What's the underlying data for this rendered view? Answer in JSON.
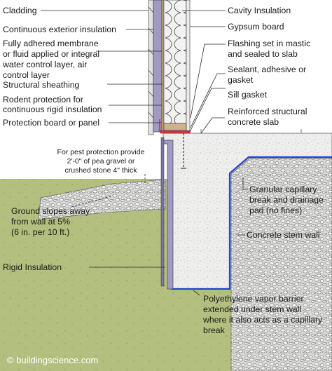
{
  "labels_left": [
    "Cladding",
    "Continuous exterior insulation",
    "Fully adhered membrane",
    "or fluid applied or integral",
    "water control layer, air",
    "control layer",
    "Structural sheathing",
    "Rodent protection for",
    "continuous rigid insulation",
    "Protection board or panel"
  ],
  "labels_right": [
    "Cavity Insulation",
    "Gypsum board",
    "Flashing set in mastic",
    "and sealed to slab",
    "Sealant, adhesive or",
    "gasket",
    "Sill gasket",
    "Reinforced structural",
    "concrete slab"
  ],
  "pest_note": [
    "For pest protection provide",
    "2'-0\" of pea gravel or",
    "crushed stone 4\" thick"
  ],
  "ground_note": [
    "Ground slopes away",
    "from wall at 5%",
    "(6 in. per 10 ft.)"
  ],
  "rigid_label": "Rigid Insulation",
  "granular_note": [
    "Granular capillary",
    "break and drainage",
    "pad (no fines)"
  ],
  "stem_label": "Concrete stem wall",
  "vapor_note": [
    "Polyethylene vapor barrier",
    "extended under stem wall",
    "where it also acts as a capillary",
    "break"
  ],
  "credit": "© buildingscience.com",
  "colors": {
    "soil": "#b3bf7e",
    "concrete": "#eeeeec",
    "rigid_insulation": "#a09ac4",
    "gravel_fill": "#dcdcda",
    "vapor_barrier": "#2244cc",
    "sill": "#d64570",
    "flashing": "#e02020",
    "drywall": "#ececec"
  }
}
